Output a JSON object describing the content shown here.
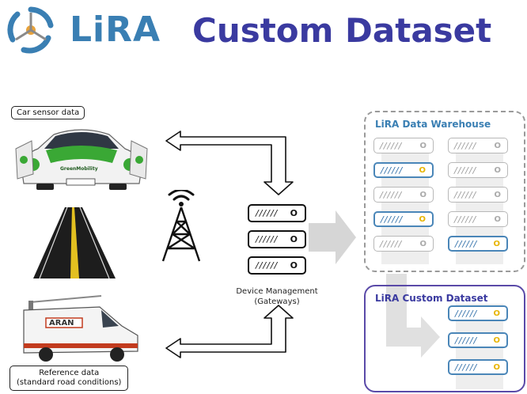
{
  "header": {
    "logo_text": "LiRA",
    "title": "Custom Dataset"
  },
  "sources": {
    "car_sensor_label": "Car sensor data",
    "car_brand": "GreenMobility",
    "reference_label_line1": "Reference data",
    "reference_label_line2": "(standard road conditions)",
    "van_brand": "ARAN"
  },
  "gateway": {
    "label_line1": "Device Management",
    "label_line2": "(Gateways)",
    "servers": [
      {
        "slashes": "//////",
        "dot": "O"
      },
      {
        "slashes": "//////",
        "dot": "O"
      },
      {
        "slashes": "//////",
        "dot": "O"
      }
    ]
  },
  "warehouse": {
    "title": "LiRA Data Warehouse",
    "servers": [
      {
        "slashes": "//////",
        "dot": "O",
        "style": "gray"
      },
      {
        "slashes": "//////",
        "dot": "O",
        "style": "gray"
      },
      {
        "slashes": "//////",
        "dot": "O",
        "style": "blue"
      },
      {
        "slashes": "//////",
        "dot": "O",
        "style": "gray"
      },
      {
        "slashes": "//////",
        "dot": "O",
        "style": "gray"
      },
      {
        "slashes": "//////",
        "dot": "O",
        "style": "gray"
      },
      {
        "slashes": "//////",
        "dot": "O",
        "style": "blue"
      },
      {
        "slashes": "//////",
        "dot": "O",
        "style": "gray"
      },
      {
        "slashes": "//////",
        "dot": "O",
        "style": "gray"
      },
      {
        "slashes": "//////",
        "dot": "O",
        "style": "blue"
      }
    ]
  },
  "custom_dataset": {
    "title": "LiRA Custom Dataset",
    "servers": [
      {
        "slashes": "//////",
        "dot": "O",
        "style": "blue"
      },
      {
        "slashes": "//////",
        "dot": "O",
        "style": "blue"
      },
      {
        "slashes": "//////",
        "dot": "O",
        "style": "blue"
      }
    ]
  },
  "colors": {
    "logo_blue": "#3a7fb3",
    "title_purple": "#3a3aa0",
    "server_blue": "#4a86b8",
    "indicator_yellow": "#e7b400",
    "car_green": "#3aa835"
  }
}
